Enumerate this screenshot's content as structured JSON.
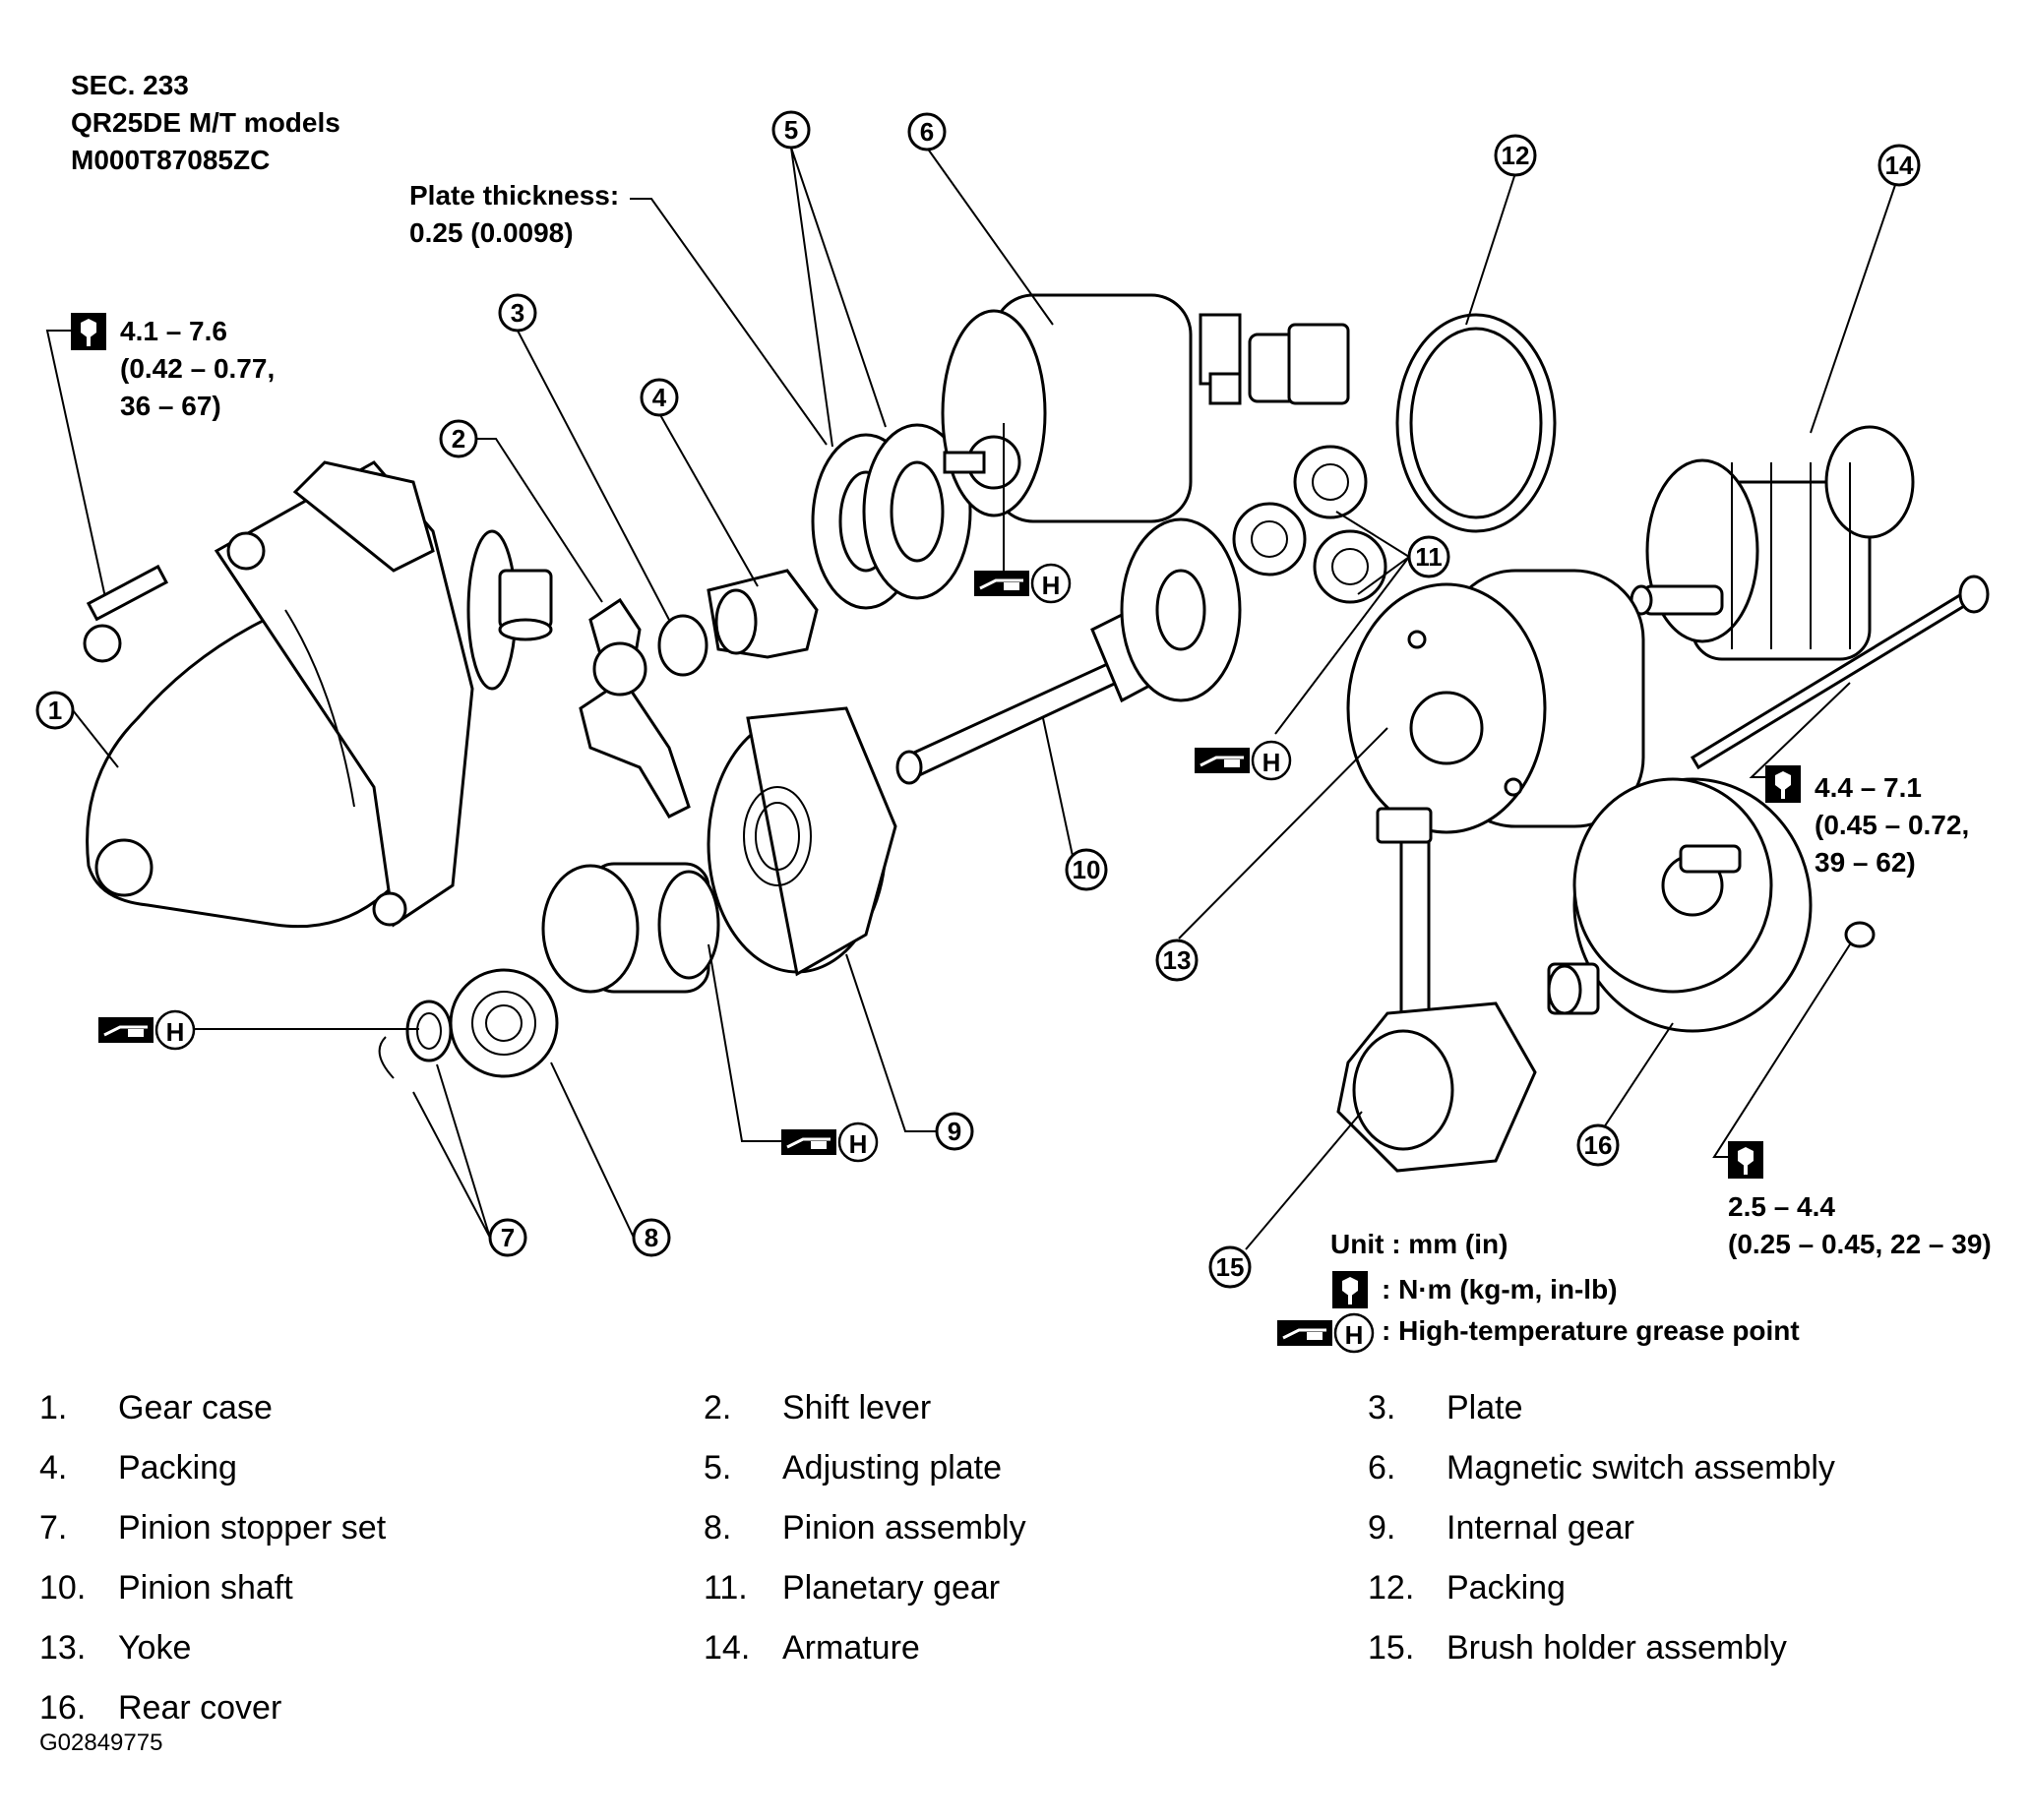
{
  "header": {
    "sec": "SEC. 233",
    "model": "QR25DE M/T models",
    "code": "M000T87085ZC"
  },
  "plate_thickness": {
    "label": "Plate thickness:",
    "value": "0.25 (0.0098)"
  },
  "torques": {
    "bolt1": {
      "line1": "4.1 – 7.6",
      "line2": "(0.42 – 0.77,",
      "line3": "36 – 67)"
    },
    "through_bolt": {
      "line1": "4.4 – 7.1",
      "line2": "(0.45 – 0.72,",
      "line3": "39 – 62)"
    },
    "rear_screw": {
      "line1": "2.5 – 4.4",
      "line2": "(0.25 – 0.45, 22 – 39)"
    }
  },
  "units": {
    "unit": "Unit : mm (in)",
    "torque": ": N·m (kg-m, in-lb)",
    "grease": ": High-temperature grease point"
  },
  "symbols": {
    "torque_icon": "torque-wrench-icon",
    "grease_icon": "grease-point-icon",
    "grease_letter": "H"
  },
  "callouts": [
    "1",
    "2",
    "3",
    "4",
    "5",
    "6",
    "7",
    "8",
    "9",
    "10",
    "11",
    "12",
    "13",
    "14",
    "15",
    "16"
  ],
  "parts": [
    {
      "num": "1.",
      "name": "Gear case"
    },
    {
      "num": "2.",
      "name": "Shift lever"
    },
    {
      "num": "3.",
      "name": "Plate"
    },
    {
      "num": "4.",
      "name": "Packing"
    },
    {
      "num": "5.",
      "name": "Adjusting plate"
    },
    {
      "num": "6.",
      "name": "Magnetic switch assembly"
    },
    {
      "num": "7.",
      "name": "Pinion stopper set"
    },
    {
      "num": "8.",
      "name": "Pinion assembly"
    },
    {
      "num": "9.",
      "name": "Internal gear"
    },
    {
      "num": "10.",
      "name": "Pinion shaft"
    },
    {
      "num": "11.",
      "name": "Planetary gear"
    },
    {
      "num": "12.",
      "name": "Packing"
    },
    {
      "num": "13.",
      "name": "Yoke"
    },
    {
      "num": "14.",
      "name": "Armature"
    },
    {
      "num": "15.",
      "name": "Brush holder assembly"
    },
    {
      "num": "16.",
      "name": "Rear cover"
    }
  ],
  "figure_id": "G02849775"
}
